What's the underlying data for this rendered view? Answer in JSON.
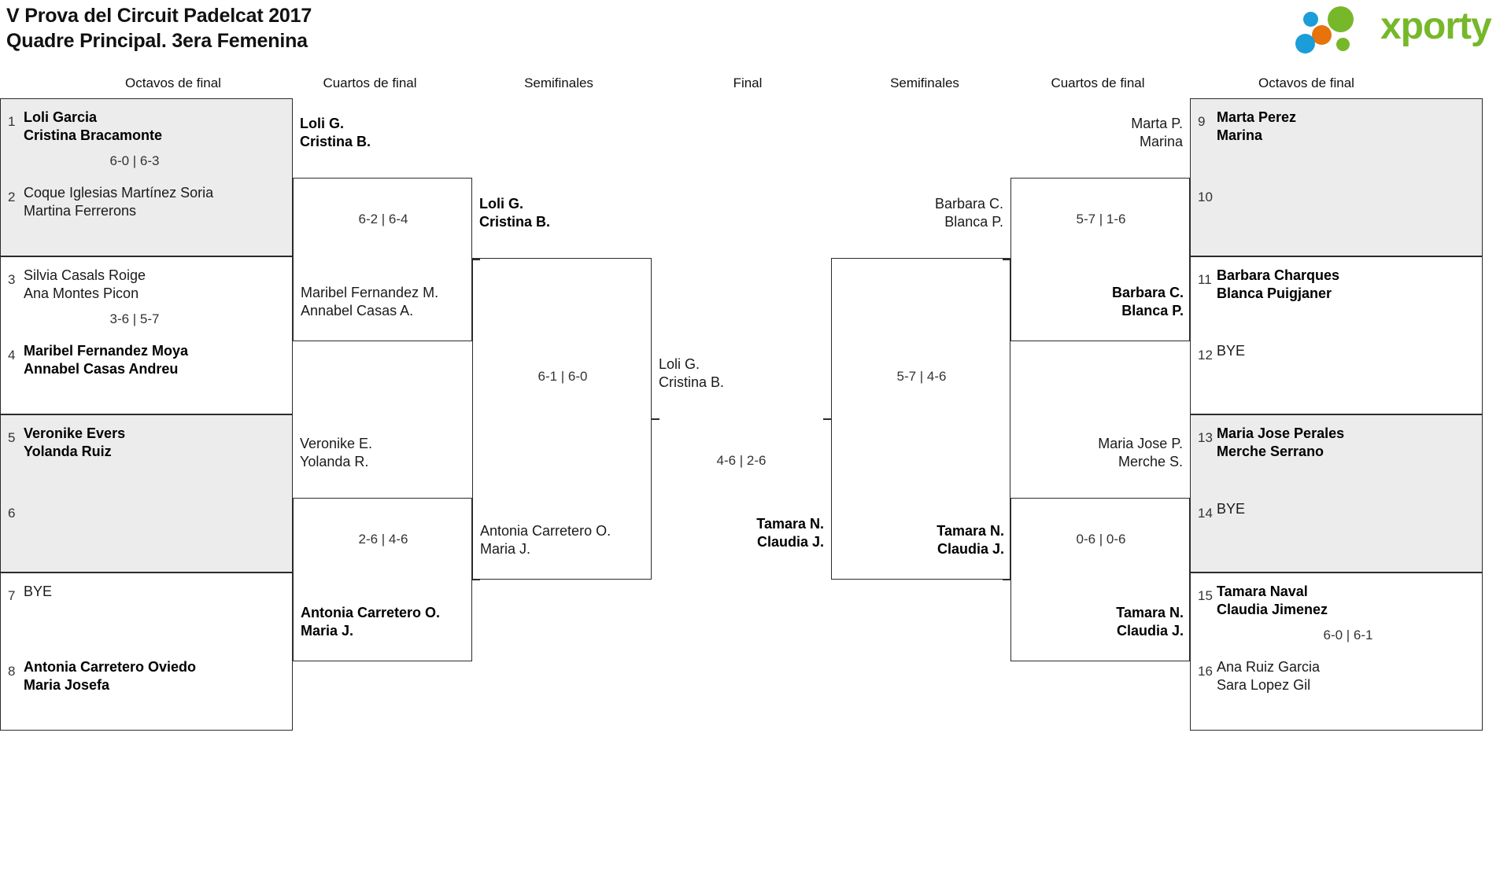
{
  "header": {
    "title_line1": "V Prova del Circuit Padelcat 2017",
    "title_line2": "Quadre Principal. 3era Femenina",
    "logo_text": "xporty",
    "logo_colors": {
      "green": "#76b82a",
      "blue": "#1b9dd9",
      "orange": "#e8730c"
    }
  },
  "round_headers": {
    "left_r16": "Octavos de final",
    "left_qf": "Cuartos de final",
    "left_sf": "Semifinales",
    "final": "Final",
    "right_sf": "Semifinales",
    "right_qf": "Cuartos de final",
    "right_r16": "Octavos de final"
  },
  "left_r16": {
    "m1": {
      "seed_a": "1",
      "name_a1": "Loli Garcia",
      "name_a2": "Cristina Bracamonte",
      "winner_a": true,
      "score": "6-0 | 6-3",
      "seed_b": "2",
      "name_b1": "Coque Iglesias Martínez Soria",
      "name_b2": "Martina Ferrerons",
      "winner_b": false
    },
    "m2": {
      "seed_a": "3",
      "name_a1": "Silvia Casals Roige",
      "name_a2": "Ana Montes Picon",
      "winner_a": false,
      "score": "3-6 | 5-7",
      "seed_b": "4",
      "name_b1": "Maribel Fernandez Moya",
      "name_b2": "Annabel Casas Andreu",
      "winner_b": true
    },
    "m3": {
      "seed_a": "5",
      "name_a1": "Veronike Evers",
      "name_a2": "Yolanda Ruiz",
      "winner_a": true,
      "score": "",
      "seed_b": "6",
      "name_b1": "",
      "name_b2": "",
      "winner_b": false
    },
    "m4": {
      "seed_a": "7",
      "name_a1": "BYE",
      "name_a2": "",
      "winner_a": false,
      "score": "",
      "seed_b": "8",
      "name_b1": "Antonia Carretero Oviedo",
      "name_b2": "Maria Josefa",
      "winner_b": true
    }
  },
  "left_qf": {
    "m1": {
      "top1": "Loli G.",
      "top2": "Cristina B.",
      "top_win": true,
      "score": "6-2 | 6-4",
      "bot1": "Maribel Fernandez M.",
      "bot2": "Annabel Casas A.",
      "bot_win": false
    },
    "m2": {
      "top1": "Veronike E.",
      "top2": "Yolanda R.",
      "top_win": false,
      "score": "2-6 | 4-6",
      "bot1": "Antonia Carretero O.",
      "bot2": "Maria J.",
      "bot_win": true
    }
  },
  "left_sf": {
    "m1": {
      "top1": "Loli G.",
      "top2": "Cristina B.",
      "top_win": true,
      "score": "6-1 | 6-0",
      "bot1": "Antonia Carretero O.",
      "bot2": "Maria J.",
      "bot_win": false
    }
  },
  "final": {
    "top1": "Loli G.",
    "top2": "Cristina B.",
    "top_win": false,
    "score": "4-6 | 2-6",
    "bot1": "Tamara N.",
    "bot2": "Claudia J.",
    "bot_win": true
  },
  "right_sf": {
    "m1": {
      "top1": "Barbara C.",
      "top2": "Blanca P.",
      "top_win": false,
      "score": "5-7 | 4-6",
      "bot1": "Tamara N.",
      "bot2": "Claudia J.",
      "bot_win": true
    }
  },
  "right_qf": {
    "m1": {
      "top1": "Marta P.",
      "top2": "Marina",
      "top_win": false,
      "score": "5-7 | 1-6",
      "bot1": "Barbara C.",
      "bot2": "Blanca P.",
      "bot_win": true
    },
    "m2": {
      "top1": "Maria Jose P.",
      "top2": "Merche S.",
      "top_win": false,
      "score": "0-6 | 0-6",
      "bot1": "Tamara N.",
      "bot2": "Claudia J.",
      "bot_win": true
    }
  },
  "right_r16": {
    "m1": {
      "seed_a": "9",
      "name_a1": "Marta Perez",
      "name_a2": "Marina",
      "winner_a": true,
      "score": "",
      "seed_b": "10",
      "name_b1": "",
      "name_b2": "",
      "winner_b": false
    },
    "m2": {
      "seed_a": "11",
      "name_a1": "Barbara Charques",
      "name_a2": "Blanca Puigjaner",
      "winner_a": true,
      "score": "",
      "seed_b": "12",
      "name_b1": "BYE",
      "name_b2": "",
      "winner_b": false
    },
    "m3": {
      "seed_a": "13",
      "name_a1": "Maria Jose Perales",
      "name_a2": "Merche Serrano",
      "winner_a": true,
      "score": "",
      "seed_b": "14",
      "name_b1": "BYE",
      "name_b2": "",
      "winner_b": false
    },
    "m4": {
      "seed_a": "15",
      "name_a1": "Tamara Naval",
      "name_a2": "Claudia Jimenez",
      "winner_a": true,
      "score": "6-0 | 6-1",
      "seed_b": "16",
      "name_b1": "Ana Ruiz Garcia",
      "name_b2": "Sara Lopez Gil",
      "winner_b": false
    }
  }
}
